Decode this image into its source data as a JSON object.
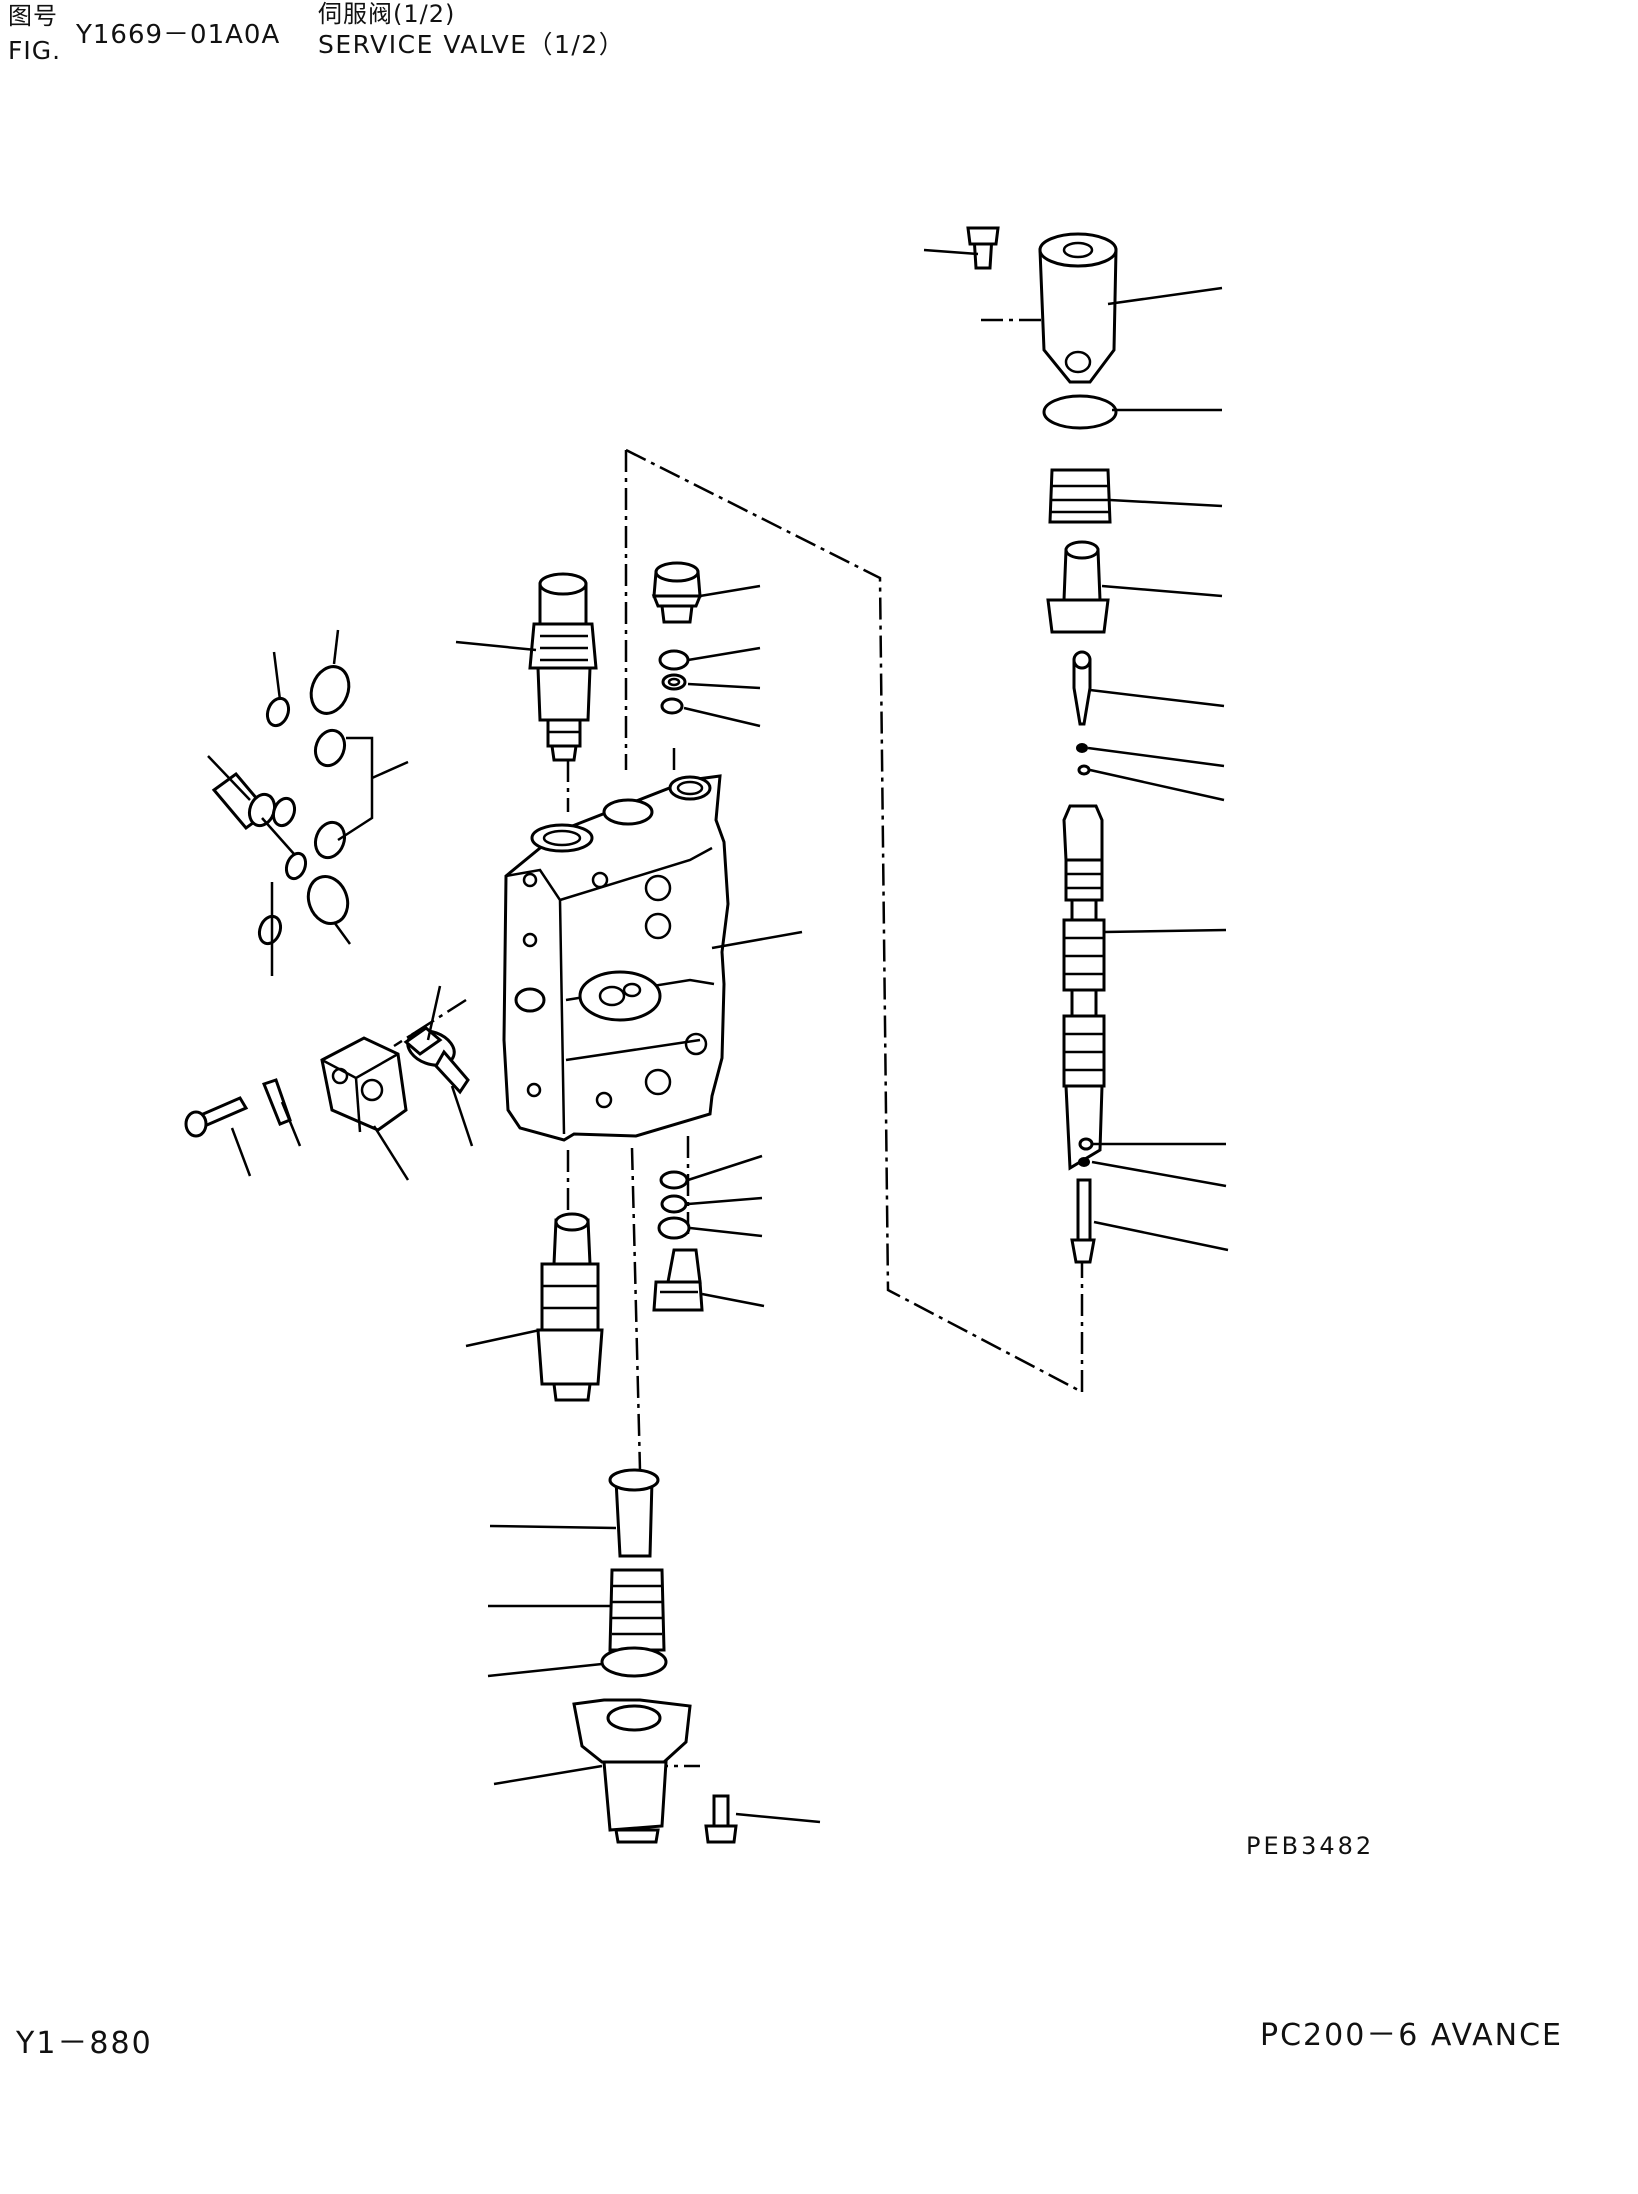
{
  "header": {
    "cn_label": "图号",
    "en_label": "FIG.",
    "figure_number": "Y1669－01A0A",
    "cn_title": "伺服阀(1/2)",
    "en_title": "SERVICE VALVE（1/2）"
  },
  "drawing": {
    "drawing_code": "PEB3482"
  },
  "footer": {
    "page_number": "Y1－880",
    "model": "PC200－6 AVANCE"
  }
}
